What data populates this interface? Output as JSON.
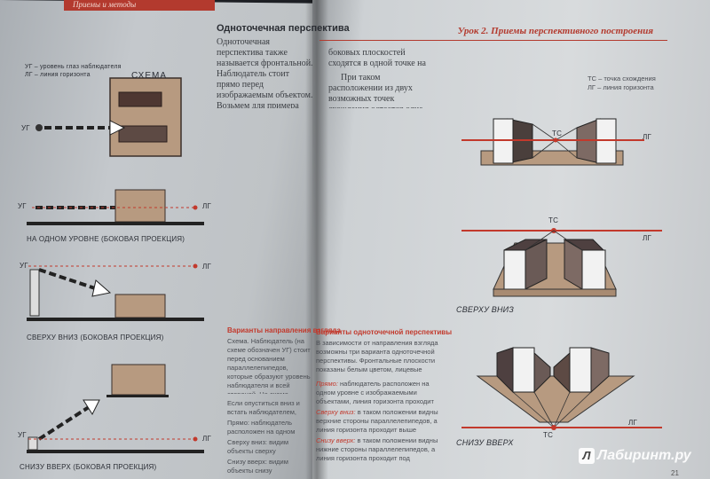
{
  "left_page": {
    "header_text": "Приемы и методы",
    "legend_ug": "УГ – уровень глаз наблюдателя",
    "legend_lg": "ЛГ – линия горизонта",
    "schema_label": "СХЕМА",
    "eye_label": "УГ",
    "lg_label": "ЛГ",
    "caption_level": "НА ОДНОМ УРОВНЕ (БОКОВАЯ ПРОЕКЦИЯ)",
    "caption_topdown": "СВЕРХУ ВНИЗ (БОКОВАЯ ПРОЕКЦИЯ)",
    "caption_bottomup": "СНИЗУ ВВЕРХ (БОКОВАЯ ПРОЕКЦИЯ)",
    "column_title": "Одноточечная перспектива",
    "column_text": "Одноточечная перспектива также называется фронтальной. Наблюдатель стоит прямо перед изображаемым объектом. Возьмем для примера куб, то все параллельные стороны на фронтальной плоскости остаются параллельными, а параллельные",
    "variants_gaze_title": "Варианты направления взгляда",
    "variants_gaze_text": "Схема. Наблюдатель (на схеме обозначен УГ) стоит перед основанием параллелепипедов, которые образуют уровень наблюдателя и всей стороной. На схеме показаны возможности смотреть на них сверху",
    "variants_gaze_text2": "Если опуститься вниз и встать наблюдателем, возможны три варианта:",
    "variants_straight": "Прямо: наблюдатель расположен на одном уровне",
    "variants_down": "Сверху вниз: видим объекты сверху",
    "variants_up": "Снизу вверх: видим объекты снизу"
  },
  "right_page": {
    "header_text": "Урок 2. Приемы перспективного построения",
    "intro_text_1": "боковых плоскостей сходятся в одной точке на линии горизонта.",
    "intro_text_2": "При таком расположении из двух возможных точек схождения остается одна, поэтому данная линейная перспектива называется одноточечной.",
    "legend_tc": "ТС – точка схождения",
    "legend_lg": "ЛГ – линия горизонта",
    "tc_label": "ТС",
    "lg_label": "ЛГ",
    "caption_topdown": "СВЕРХУ ВНИЗ",
    "caption_bottomup": "СНИЗУ ВВЕРХ",
    "variants_title": "Варианты одноточечной перспективы",
    "variants_text": "В зависимости от направления взгляда возможны три варианта одноточечной перспективы. Фронтальные плоскости показаны белым цветом, лицевые стороны полярно параллельны и не имеют точек схождения.",
    "straight_label": "Прямо:",
    "straight_text": "наблюдатель расположен на одном уровне с изображаемыми объектами, линия горизонта проходит через центр изображения.",
    "down_label": "Сверху вниз:",
    "down_text": "в таком положении видны верхние стороны параллелепипедов, а линия горизонта проходит выше изображения.",
    "up_label": "Снизу вверх:",
    "up_text": "в таком положении видны нижние стороны параллелепипедов, а линия горизонта проходит под изображением.",
    "watermark": "Лабиринт.ру",
    "watermark_logo": "Л",
    "page_number": "21"
  },
  "colors": {
    "accent_red": "#c2392c",
    "wood": "#b79a80",
    "dark_box": "#5d4a44"
  }
}
